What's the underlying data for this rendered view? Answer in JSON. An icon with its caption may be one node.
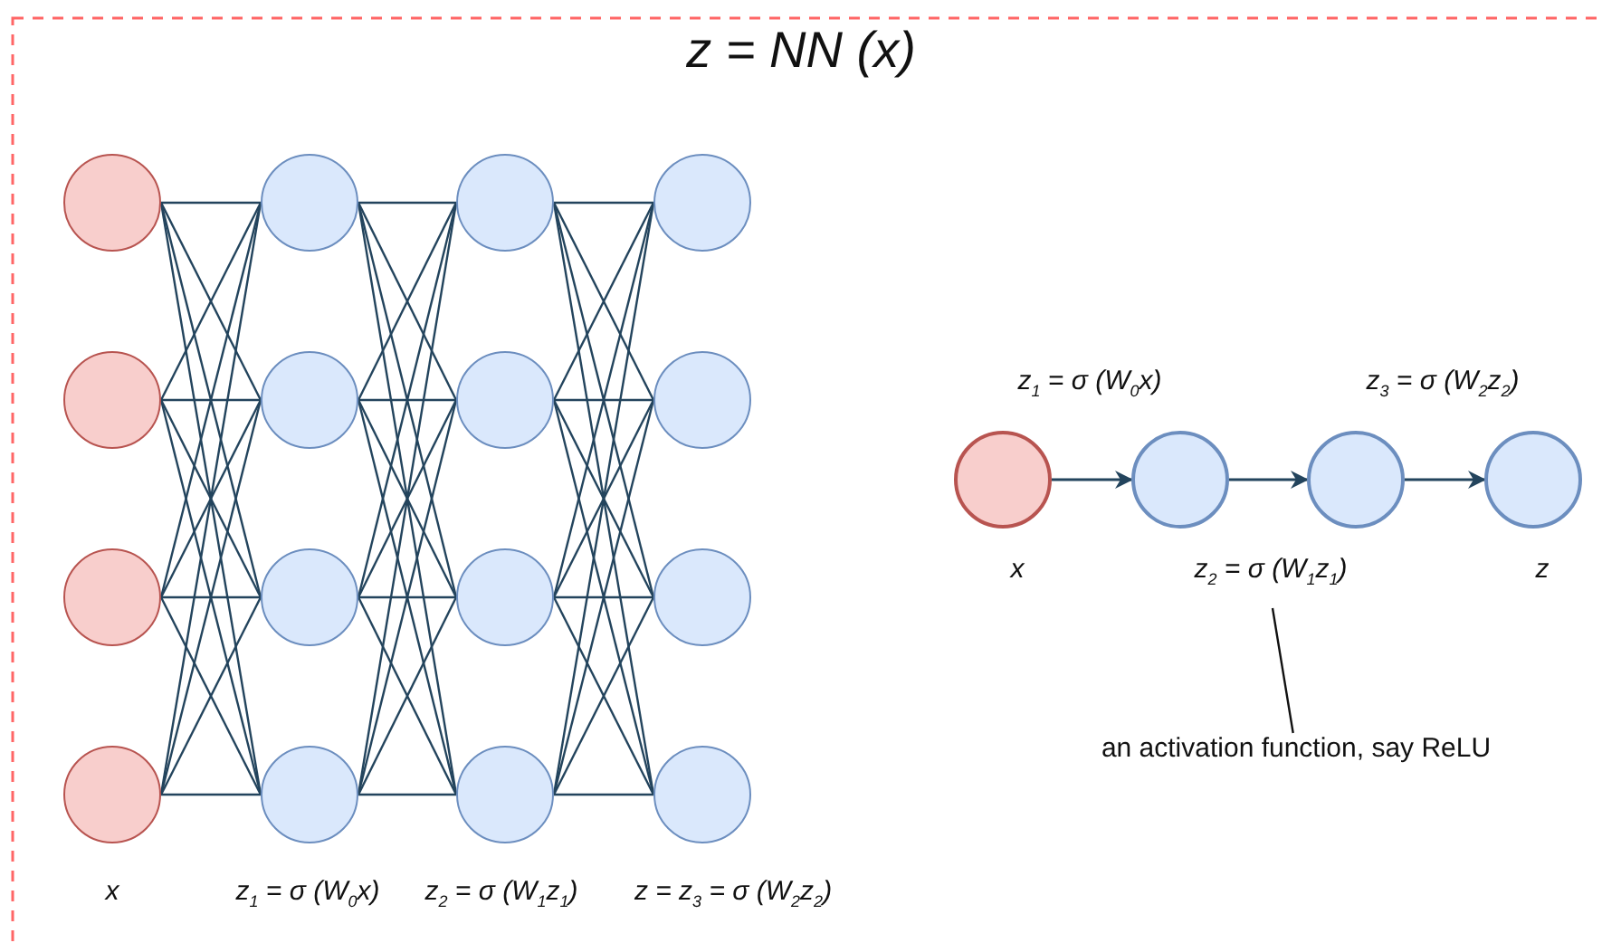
{
  "diagram": {
    "title": "z = NN (x)",
    "nodes": [
      {
        "text": [],
        "shape": "circle"
      },
      {
        "text": [],
        "shape": "circle"
      },
      {
        "text": [],
        "shape": "circle"
      },
      {
        "text": [],
        "shape": "circle"
      },
      {
        "text": [],
        "shape": "circle"
      },
      {
        "text": [],
        "shape": "circle"
      },
      {
        "text": [],
        "shape": "circle"
      },
      {
        "text": [],
        "shape": "circle"
      },
      {
        "text": [],
        "shape": "circle"
      },
      {
        "text": [],
        "shape": "circle"
      },
      {
        "text": [],
        "shape": "circle"
      },
      {
        "text": [],
        "shape": "circle"
      },
      {
        "text": [],
        "shape": "circle"
      },
      {
        "text": [],
        "shape": "circle"
      },
      {
        "text": [],
        "shape": "circle"
      },
      {
        "text": [],
        "shape": "circle"
      },
      {
        "text": [],
        "shape": "circle",
        "beside": [
          "x"
        ]
      },
      {
        "text": [],
        "shape": "circle",
        "beside": [
          "z$_{1}$ = σ (W$_{0}$x)"
        ]
      },
      {
        "text": [],
        "shape": "circle",
        "beside": [
          "z$_{2}$ = σ (W$_{1}$z$_{1}$)"
        ]
      },
      {
        "text": [],
        "shape": "circle",
        "beside": [
          "z$_{3}$ = σ (W$_{2}$z$_{2}$)",
          "z"
        ]
      },
      {
        "text": [
          "an activation function, say ReLU"
        ]
      }
    ],
    "edges": [
      {
        "from": 0,
        "to": 4,
        "arrow": "none"
      },
      {
        "from": 0,
        "to": 5,
        "arrow": "none"
      },
      {
        "from": 0,
        "to": 6,
        "arrow": "none"
      },
      {
        "from": 0,
        "to": 7,
        "arrow": "none"
      },
      {
        "from": 1,
        "to": 4,
        "arrow": "none"
      },
      {
        "from": 1,
        "to": 5,
        "arrow": "none"
      },
      {
        "from": 1,
        "to": 6,
        "arrow": "none"
      },
      {
        "from": 1,
        "to": 7,
        "arrow": "none"
      },
      {
        "from": 2,
        "to": 4,
        "arrow": "none"
      },
      {
        "from": 2,
        "to": 5,
        "arrow": "none"
      },
      {
        "from": 2,
        "to": 6,
        "arrow": "none"
      },
      {
        "from": 2,
        "to": 7,
        "arrow": "none"
      },
      {
        "from": 3,
        "to": 4,
        "arrow": "none"
      },
      {
        "from": 3,
        "to": 5,
        "arrow": "none"
      },
      {
        "from": 3,
        "to": 6,
        "arrow": "none"
      },
      {
        "from": 3,
        "to": 7,
        "arrow": "none"
      },
      {
        "from": 4,
        "to": 8,
        "arrow": "none"
      },
      {
        "from": 4,
        "to": 9,
        "arrow": "none"
      },
      {
        "from": 4,
        "to": 10,
        "arrow": "none"
      },
      {
        "from": 4,
        "to": 11,
        "arrow": "none"
      },
      {
        "from": 5,
        "to": 8,
        "arrow": "none"
      },
      {
        "from": 5,
        "to": 9,
        "arrow": "none"
      },
      {
        "from": 5,
        "to": 10,
        "arrow": "none"
      },
      {
        "from": 5,
        "to": 11,
        "arrow": "none"
      },
      {
        "from": 6,
        "to": 8,
        "arrow": "none"
      },
      {
        "from": 6,
        "to": 9,
        "arrow": "none"
      },
      {
        "from": 6,
        "to": 10,
        "arrow": "none"
      },
      {
        "from": 6,
        "to": 11,
        "arrow": "none"
      },
      {
        "from": 7,
        "to": 8,
        "arrow": "none"
      },
      {
        "from": 7,
        "to": 9,
        "arrow": "none"
      },
      {
        "from": 7,
        "to": 10,
        "arrow": "none"
      },
      {
        "from": 7,
        "to": 11,
        "arrow": "none"
      },
      {
        "from": 8,
        "to": 12,
        "arrow": "none"
      },
      {
        "from": 8,
        "to": 13,
        "arrow": "none"
      },
      {
        "from": 8,
        "to": 14,
        "arrow": "none"
      },
      {
        "from": 8,
        "to": 15,
        "arrow": "none"
      },
      {
        "from": 9,
        "to": 12,
        "arrow": "none"
      },
      {
        "from": 9,
        "to": 13,
        "arrow": "none"
      },
      {
        "from": 9,
        "to": 14,
        "arrow": "none"
      },
      {
        "from": 9,
        "to": 15,
        "arrow": "none"
      },
      {
        "from": 10,
        "to": 12,
        "arrow": "none"
      },
      {
        "from": 10,
        "to": 13,
        "arrow": "none"
      },
      {
        "from": 10,
        "to": 14,
        "arrow": "none"
      },
      {
        "from": 10,
        "to": 15,
        "arrow": "none"
      },
      {
        "from": 11,
        "to": 12,
        "arrow": "none"
      },
      {
        "from": 11,
        "to": 13,
        "arrow": "none"
      },
      {
        "from": 11,
        "to": 14,
        "arrow": "none"
      },
      {
        "from": 11,
        "to": 15,
        "arrow": "none"
      },
      {
        "from": 16,
        "to": 17,
        "arrow": "to"
      },
      {
        "from": 17,
        "to": 18,
        "arrow": "to"
      },
      {
        "from": 18,
        "to": 19,
        "arrow": "to"
      },
      {
        "from": 20,
        "to": null,
        "arrow": "none"
      }
    ],
    "labels": [
      "x",
      "z$_{1}$ = σ (W$_{0}$x)",
      "z$_{2}$ = σ (W$_{1}$z$_{1}$)",
      "z = z$_{3}$ = σ (W$_{2}$z$_{2}$)"
    ]
  }
}
